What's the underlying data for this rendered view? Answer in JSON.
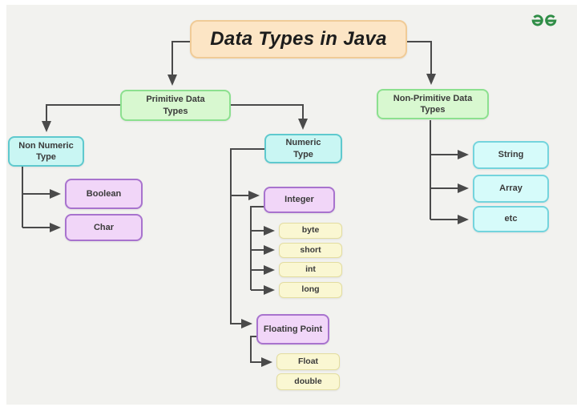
{
  "title": {
    "label": "Data Types in Java"
  },
  "logo": {
    "name": "geeksforgeeks-logo",
    "color": "#2f8d46"
  },
  "nodes": {
    "primitive": {
      "label": "Primitive Data\nTypes"
    },
    "non_primitive": {
      "label": "Non-Primitive Data\nTypes"
    },
    "non_numeric": {
      "label": "Non Numeric\nType"
    },
    "numeric": {
      "label": "Numeric\nType"
    },
    "boolean": {
      "label": "Boolean"
    },
    "char": {
      "label": "Char"
    },
    "integer": {
      "label": "Integer"
    },
    "byte": {
      "label": "byte"
    },
    "short": {
      "label": "short"
    },
    "int": {
      "label": "int"
    },
    "long": {
      "label": "long"
    },
    "floating_point": {
      "label": "Floating Point"
    },
    "float": {
      "label": "Float"
    },
    "double": {
      "label": "double"
    },
    "string": {
      "label": "String"
    },
    "array": {
      "label": "Array"
    },
    "etc": {
      "label": "etc"
    }
  },
  "colors": {
    "background": "#f2f2ef",
    "frame": "#ffffff",
    "title_fill": "#fce5c5",
    "title_border": "#f0cb97",
    "green_fill": "#d8f8d0",
    "green_border": "#8ce08f",
    "cyan_fill": "#c9f6f3",
    "cyan_border": "#5fc9ce",
    "cyan_light_fill": "#d6fbfa",
    "cyan_light_border": "#74d4dd",
    "pink_fill": "#f1d6f8",
    "pink_border": "#a873ce",
    "yellow_fill": "#faf7d2",
    "yellow_border": "#e3dda0",
    "connector": "#4a4a4a",
    "logo_green": "#2f8d46"
  }
}
